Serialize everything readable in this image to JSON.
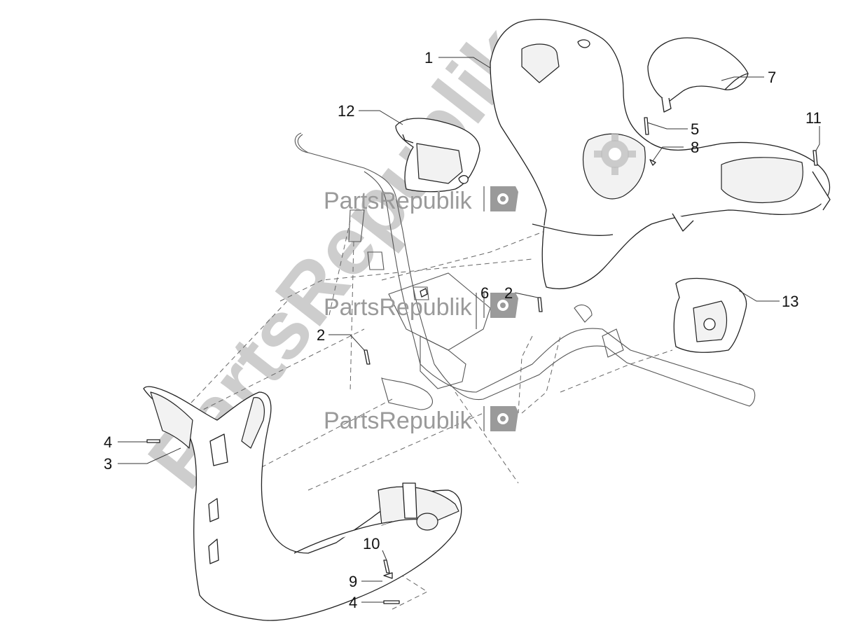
{
  "watermark": {
    "brand_text": "PartsRepublik",
    "small_brand_text": "PartsRepublik"
  },
  "callouts": [
    {
      "label": "1"
    },
    {
      "label": "7"
    },
    {
      "label": "12"
    },
    {
      "label": "5"
    },
    {
      "label": "8"
    },
    {
      "label": "11"
    },
    {
      "label": "6"
    },
    {
      "label": "2"
    },
    {
      "label": "13"
    },
    {
      "label": "2"
    },
    {
      "label": "4"
    },
    {
      "label": "3"
    },
    {
      "label": "10"
    },
    {
      "label": "9"
    },
    {
      "label": "4"
    }
  ],
  "colors": {
    "watermark_gray": "#bdbdbd",
    "line": "#222222"
  }
}
